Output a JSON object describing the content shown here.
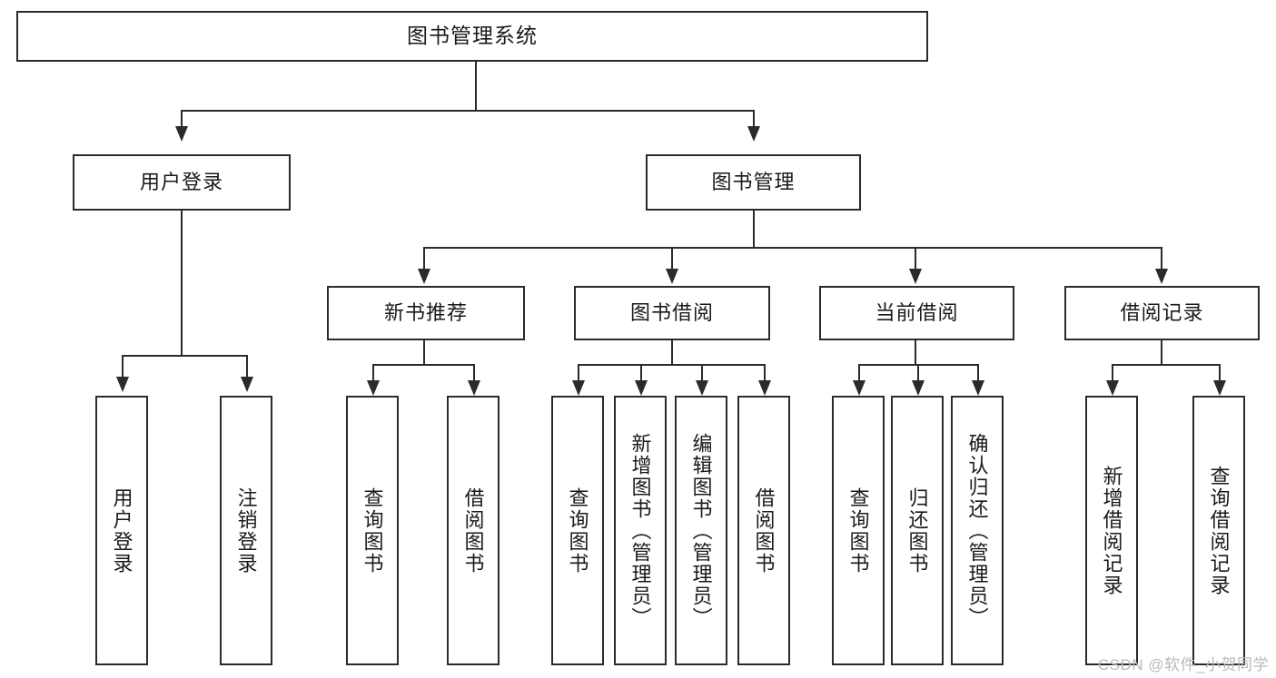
{
  "diagram": {
    "title": "图书管理系统",
    "type": "tree",
    "watermark": "CSDN @软件_小贺同学",
    "colors": {
      "stroke": "#2b2b2b",
      "fill": "#ffffff",
      "text": "#1a1a1a",
      "watermark": "#b9b9b9"
    },
    "levels": {
      "root": {
        "label": "图书管理系统"
      },
      "level2": [
        {
          "label": "用户登录"
        },
        {
          "label": "图书管理"
        }
      ],
      "level3": [
        {
          "label": "新书推荐"
        },
        {
          "label": "图书借阅"
        },
        {
          "label": "当前借阅"
        },
        {
          "label": "借阅记录"
        }
      ],
      "leaves": {
        "user_login": [
          {
            "label": "用户登录"
          },
          {
            "label": "注销登录"
          }
        ],
        "new_book": [
          {
            "label": "查询图书"
          },
          {
            "label": "借阅图书"
          }
        ],
        "book_borrow": [
          {
            "label": "查询图书"
          },
          {
            "label": "新增图书（管理员）"
          },
          {
            "label": "编辑图书（管理员）"
          },
          {
            "label": "借阅图书"
          }
        ],
        "current_borrow": [
          {
            "label": "查询图书"
          },
          {
            "label": "归还图书"
          },
          {
            "label": "确认归还（管理员）"
          }
        ],
        "borrow_record": [
          {
            "label": "新增借阅记录"
          },
          {
            "label": "查询借阅记录"
          }
        ]
      }
    }
  },
  "chart_data": {
    "type": "table",
    "title": "图书管理系统",
    "nodes": [
      {
        "id": "root",
        "label": "图书管理系统",
        "level": 1,
        "parent": null
      },
      {
        "id": "user-login",
        "label": "用户登录",
        "level": 2,
        "parent": "root"
      },
      {
        "id": "book-manage",
        "label": "图书管理",
        "level": 2,
        "parent": "root"
      },
      {
        "id": "new-book-rec",
        "label": "新书推荐",
        "level": 3,
        "parent": "book-manage"
      },
      {
        "id": "book-borrow",
        "label": "图书借阅",
        "level": 3,
        "parent": "book-manage"
      },
      {
        "id": "current-borrow",
        "label": "当前借阅",
        "level": 3,
        "parent": "book-manage"
      },
      {
        "id": "borrow-record",
        "label": "借阅记录",
        "level": 3,
        "parent": "book-manage"
      },
      {
        "id": "leaf-user-login",
        "label": "用户登录",
        "level": 3,
        "parent": "user-login"
      },
      {
        "id": "leaf-user-logout",
        "label": "注销登录",
        "level": 3,
        "parent": "user-login"
      },
      {
        "id": "leaf-nb-query",
        "label": "查询图书",
        "level": 4,
        "parent": "new-book-rec"
      },
      {
        "id": "leaf-nb-borrow",
        "label": "借阅图书",
        "level": 4,
        "parent": "new-book-rec"
      },
      {
        "id": "leaf-bb-query",
        "label": "查询图书",
        "level": 4,
        "parent": "book-borrow"
      },
      {
        "id": "leaf-bb-add",
        "label": "新增图书（管理员）",
        "level": 4,
        "parent": "book-borrow"
      },
      {
        "id": "leaf-bb-edit",
        "label": "编辑图书（管理员）",
        "level": 4,
        "parent": "book-borrow"
      },
      {
        "id": "leaf-bb-borrow",
        "label": "借阅图书",
        "level": 4,
        "parent": "book-borrow"
      },
      {
        "id": "leaf-cb-query",
        "label": "查询图书",
        "level": 4,
        "parent": "current-borrow"
      },
      {
        "id": "leaf-cb-return",
        "label": "归还图书",
        "level": 4,
        "parent": "current-borrow"
      },
      {
        "id": "leaf-cb-confirm",
        "label": "确认归还（管理员）",
        "level": 4,
        "parent": "current-borrow"
      },
      {
        "id": "leaf-br-add",
        "label": "新增借阅记录",
        "level": 4,
        "parent": "borrow-record"
      },
      {
        "id": "leaf-br-query",
        "label": "查询借阅记录",
        "level": 4,
        "parent": "borrow-record"
      }
    ]
  }
}
